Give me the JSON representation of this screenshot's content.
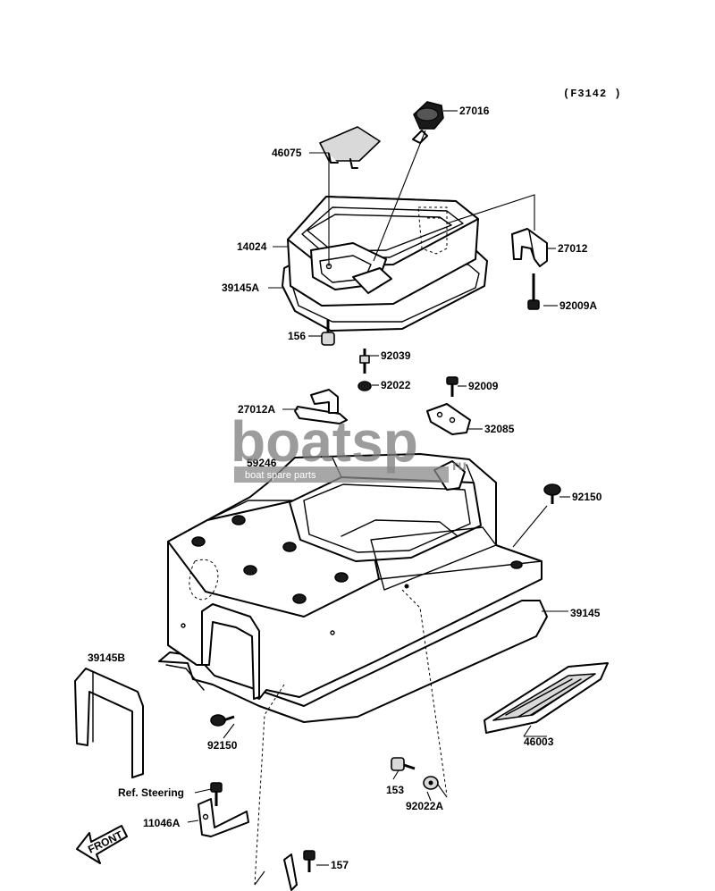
{
  "figure_ref": "(F3142 )",
  "watermark": {
    "brand": "boatsp",
    "suffix": "ru",
    "tagline": "boat spare parts"
  },
  "front_label": "FRONT",
  "parts": {
    "p27016": "27016",
    "p46075": "46075",
    "p14024": "14024",
    "p27012": "27012",
    "p39145A": "39145A",
    "p92009A": "92009A",
    "p156": "156",
    "p92039": "92039",
    "p92022": "92022",
    "p92009": "92009",
    "p27012A": "27012A",
    "p32085": "32085",
    "p59246": "59246",
    "p92150_right": "92150",
    "p39145": "39145",
    "p39145B": "39145B",
    "p46003": "46003",
    "p92150_left": "92150",
    "p153": "153",
    "p92022A": "92022A",
    "ref_steering": "Ref. Steering",
    "p11046A": "11046A",
    "p157": "157"
  }
}
